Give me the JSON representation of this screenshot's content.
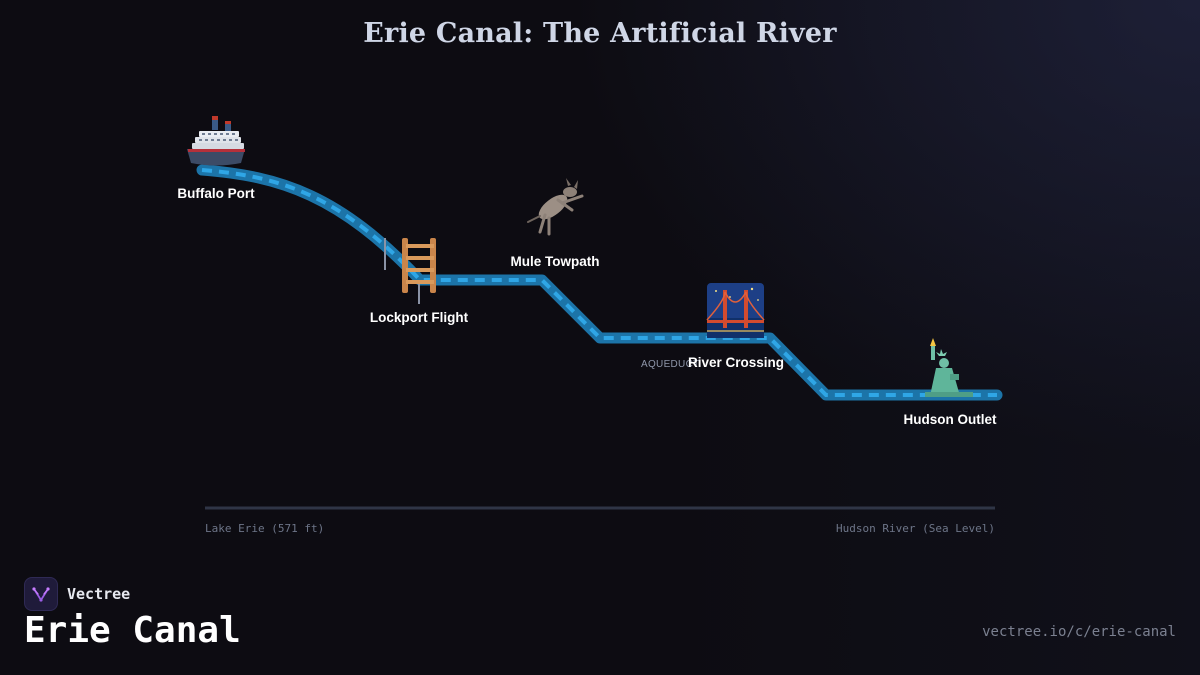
{
  "title": "Erie Canal: The Artificial River",
  "nodes": [
    {
      "label": "Buffalo Port",
      "icon": "ship-icon"
    },
    {
      "label": "Lockport Flight",
      "icon": "ladder-icon"
    },
    {
      "label": "Mule Towpath",
      "icon": "mule-icon"
    },
    {
      "label": "River Crossing",
      "icon": "bridge-at-night-icon",
      "tag": "AQUEDUCT"
    },
    {
      "label": "Hudson Outlet",
      "icon": "statue-of-liberty-icon"
    }
  ],
  "axis": {
    "left": "Lake Erie (571 ft)",
    "right": "Hudson River (Sea Level)"
  },
  "colors": {
    "canal": "#1c74a8",
    "canal_flow": "#2fa6e6"
  },
  "footer": {
    "brand": "Vectree",
    "title": "Erie Canal",
    "url": "vectree.io/c/erie-canal"
  }
}
